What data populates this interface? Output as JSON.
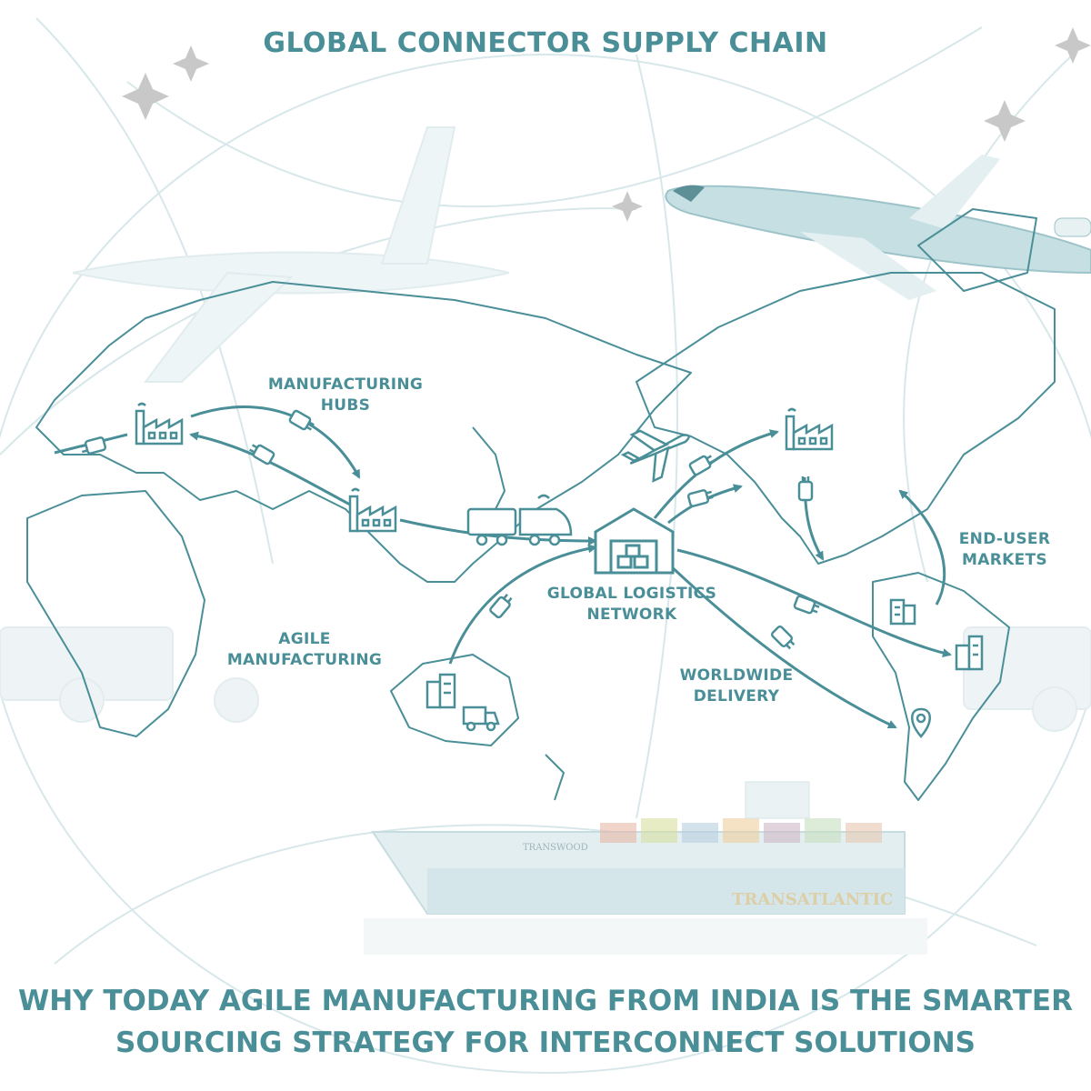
{
  "title": "GLOBAL CONNECTOR SUPPLY CHAIN",
  "headline": {
    "line1": "WHY TODAY AGILE MANUFACTURING FROM INDIA IS THE SMARTER",
    "line2": "SOURCING STRATEGY FOR INTERCONNECT SOLUTIONS"
  },
  "labels": {
    "manufacturing_hubs": [
      "MANUFACTURING",
      "HUBS"
    ],
    "agile_manufacturing": [
      "AGILE",
      "MANUFACTURING"
    ],
    "global_logistics_network": [
      "GLOBAL LOGISTICS",
      "NETWORK"
    ],
    "worldwide_delivery": [
      "WORLDWIDE",
      "DELIVERY"
    ],
    "end_user_markets": [
      "END-USER",
      "MARKETS"
    ]
  },
  "ship": {
    "hull_name": "TRANSATLANTIC",
    "bow_name": "TRANSWOOD"
  },
  "colors": {
    "primary": "#4a8f98",
    "light": "#c5dfe3",
    "pale": "#e6f1f3",
    "text": "#4a8f98"
  }
}
